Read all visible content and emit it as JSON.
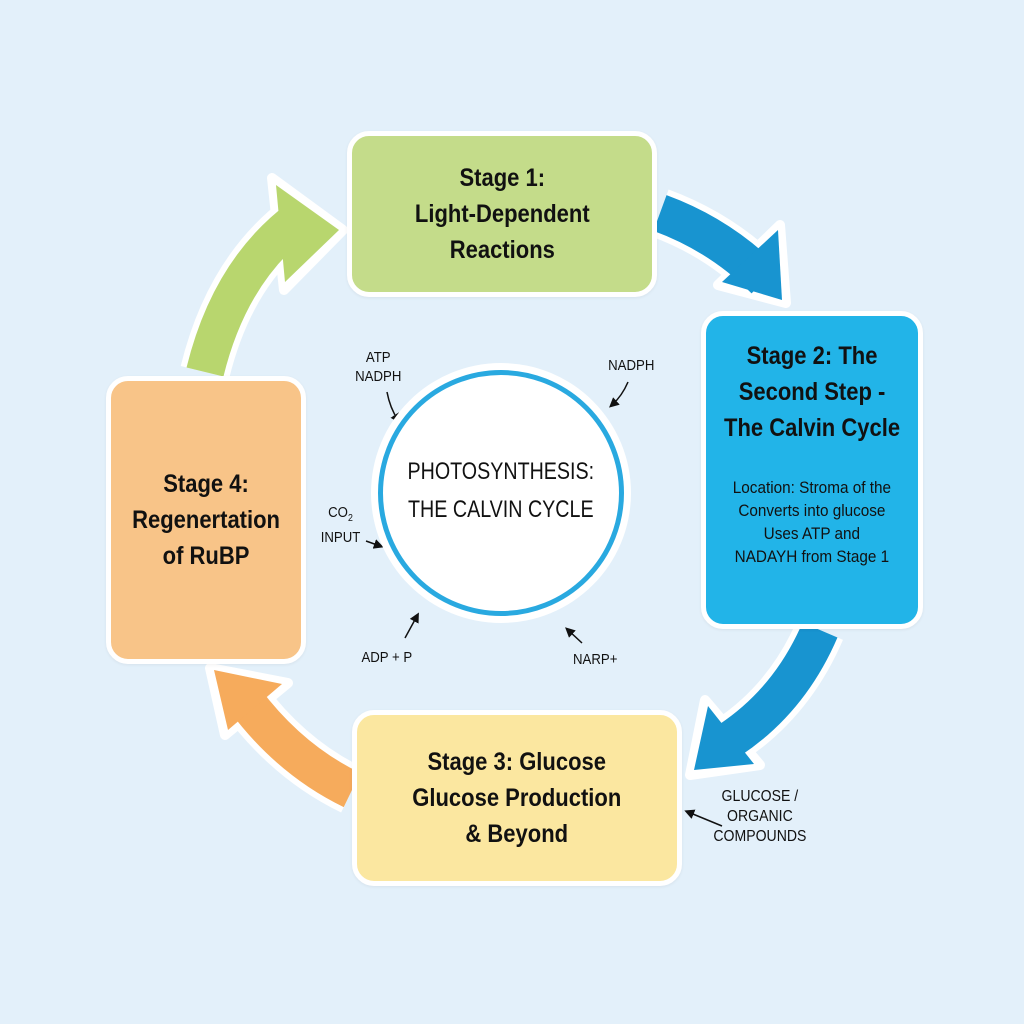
{
  "diagram": {
    "center": {
      "title_lines": [
        "PHOTOSYNTHESIS:",
        "THE CALVIN CYCLE"
      ]
    },
    "stages": [
      {
        "id": "stage1",
        "title_lines": [
          "Stage 1:",
          "Light-Dependent",
          "Reactions"
        ],
        "color": "#c4dc8a"
      },
      {
        "id": "stage2",
        "title_lines": [
          "Stage 2: The",
          "Second Step -",
          "The Calvin Cycle"
        ],
        "description_lines": [
          "Location: Stroma of the",
          "Converts into glucose",
          "Uses ATP and",
          "NADAYH from Stage 1"
        ],
        "color": "#22b4e8"
      },
      {
        "id": "stage3",
        "title_lines": [
          "Stage 3: Glucose",
          "Glucose Production",
          "& Beyond"
        ],
        "color": "#fbe7a0"
      },
      {
        "id": "stage4",
        "title_lines": [
          "Stage 4:",
          "Regenertation",
          "of RuBP"
        ],
        "color": "#f8c488"
      }
    ],
    "annotations": {
      "atp_nadph": [
        "ATP",
        "NADPH"
      ],
      "nadph": "NADPH",
      "co2_input": {
        "formula_main": "CO",
        "formula_sub": "2",
        "text": "INPUT"
      },
      "adp_p": "ADP + P",
      "narp": "NARP+",
      "glucose_output": [
        "GLUCOSE /",
        "ORGANIC",
        "COMPOUNDS"
      ]
    },
    "arrows": [
      {
        "from": "Stage 4",
        "to": "Stage 1",
        "color": "#b8d66e"
      },
      {
        "from": "Stage 1",
        "to": "Stage 2",
        "color": "#1894d0"
      },
      {
        "from": "Stage 2",
        "to": "Stage 3",
        "color": "#1894d0"
      },
      {
        "from": "Stage 3",
        "to": "Stage 4",
        "color": "#f6ab5c"
      }
    ],
    "colors": {
      "background": "#e3f0fa",
      "circle_outline": "#29a9e0"
    }
  }
}
